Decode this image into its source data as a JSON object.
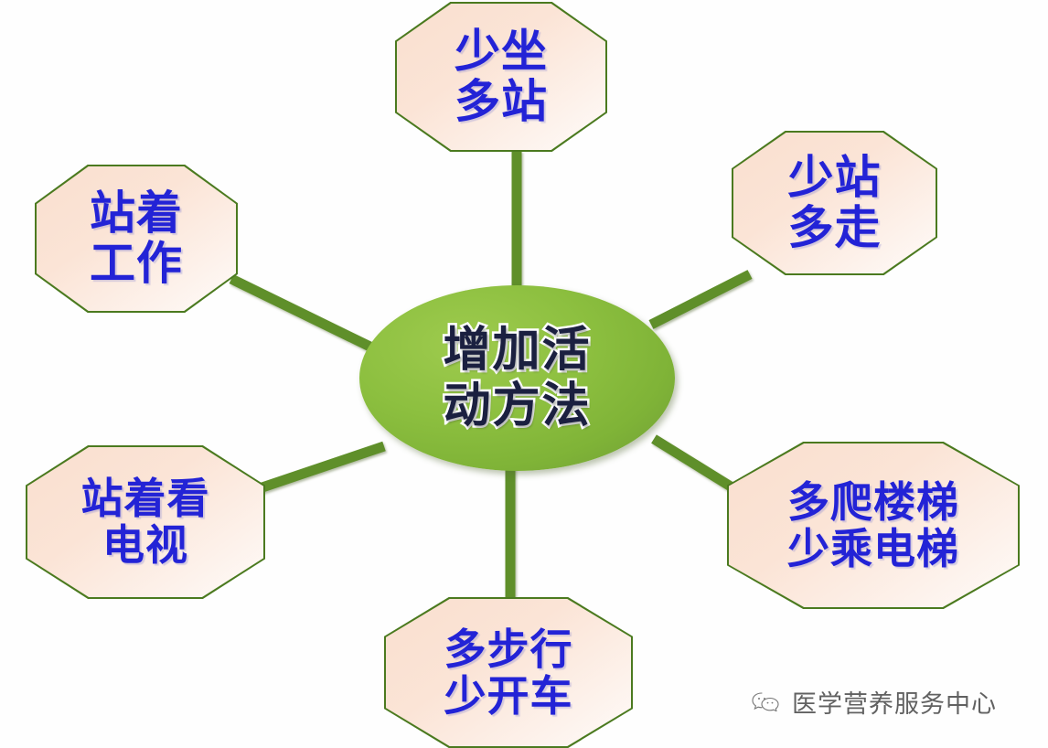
{
  "diagram": {
    "type": "radial-mind-map",
    "title": "增加活动方法",
    "center": {
      "label_lines": [
        "增加活",
        "动方法"
      ],
      "fill_color": "#8CBF3F",
      "text_color": "#1B2040",
      "outline_color": "#FFFFFF"
    },
    "style": {
      "background": "#FEFEFE",
      "connector_color": "#5F8F2A",
      "node_border_color": "#4B7A1F",
      "node_fill_color": "#FAE1D1",
      "node_text_color": "#2323D6"
    },
    "nodes": [
      {
        "id": "node-top",
        "position": "top",
        "label_lines": [
          "少坐",
          "多站"
        ],
        "label": "少坐多站"
      },
      {
        "id": "node-top-right",
        "position": "top-right",
        "label_lines": [
          "少站",
          "多走"
        ],
        "label": "少站多走"
      },
      {
        "id": "node-bottom-right",
        "position": "bottom-right",
        "label_lines": [
          "多爬楼梯",
          "少乘电梯"
        ],
        "label": "多爬楼梯少乘电梯"
      },
      {
        "id": "node-bottom",
        "position": "bottom",
        "label_lines": [
          "多步行",
          "少开车"
        ],
        "label": "多步行少开车"
      },
      {
        "id": "node-bottom-left",
        "position": "bottom-left",
        "label_lines": [
          "站着看",
          "电视"
        ],
        "label": "站着看电视"
      },
      {
        "id": "node-top-left",
        "position": "top-left",
        "label_lines": [
          "站着",
          "工作"
        ],
        "label": "站着工作"
      }
    ]
  },
  "watermark": {
    "text": "医学营养服务中心",
    "icon": "wechat-icon"
  }
}
